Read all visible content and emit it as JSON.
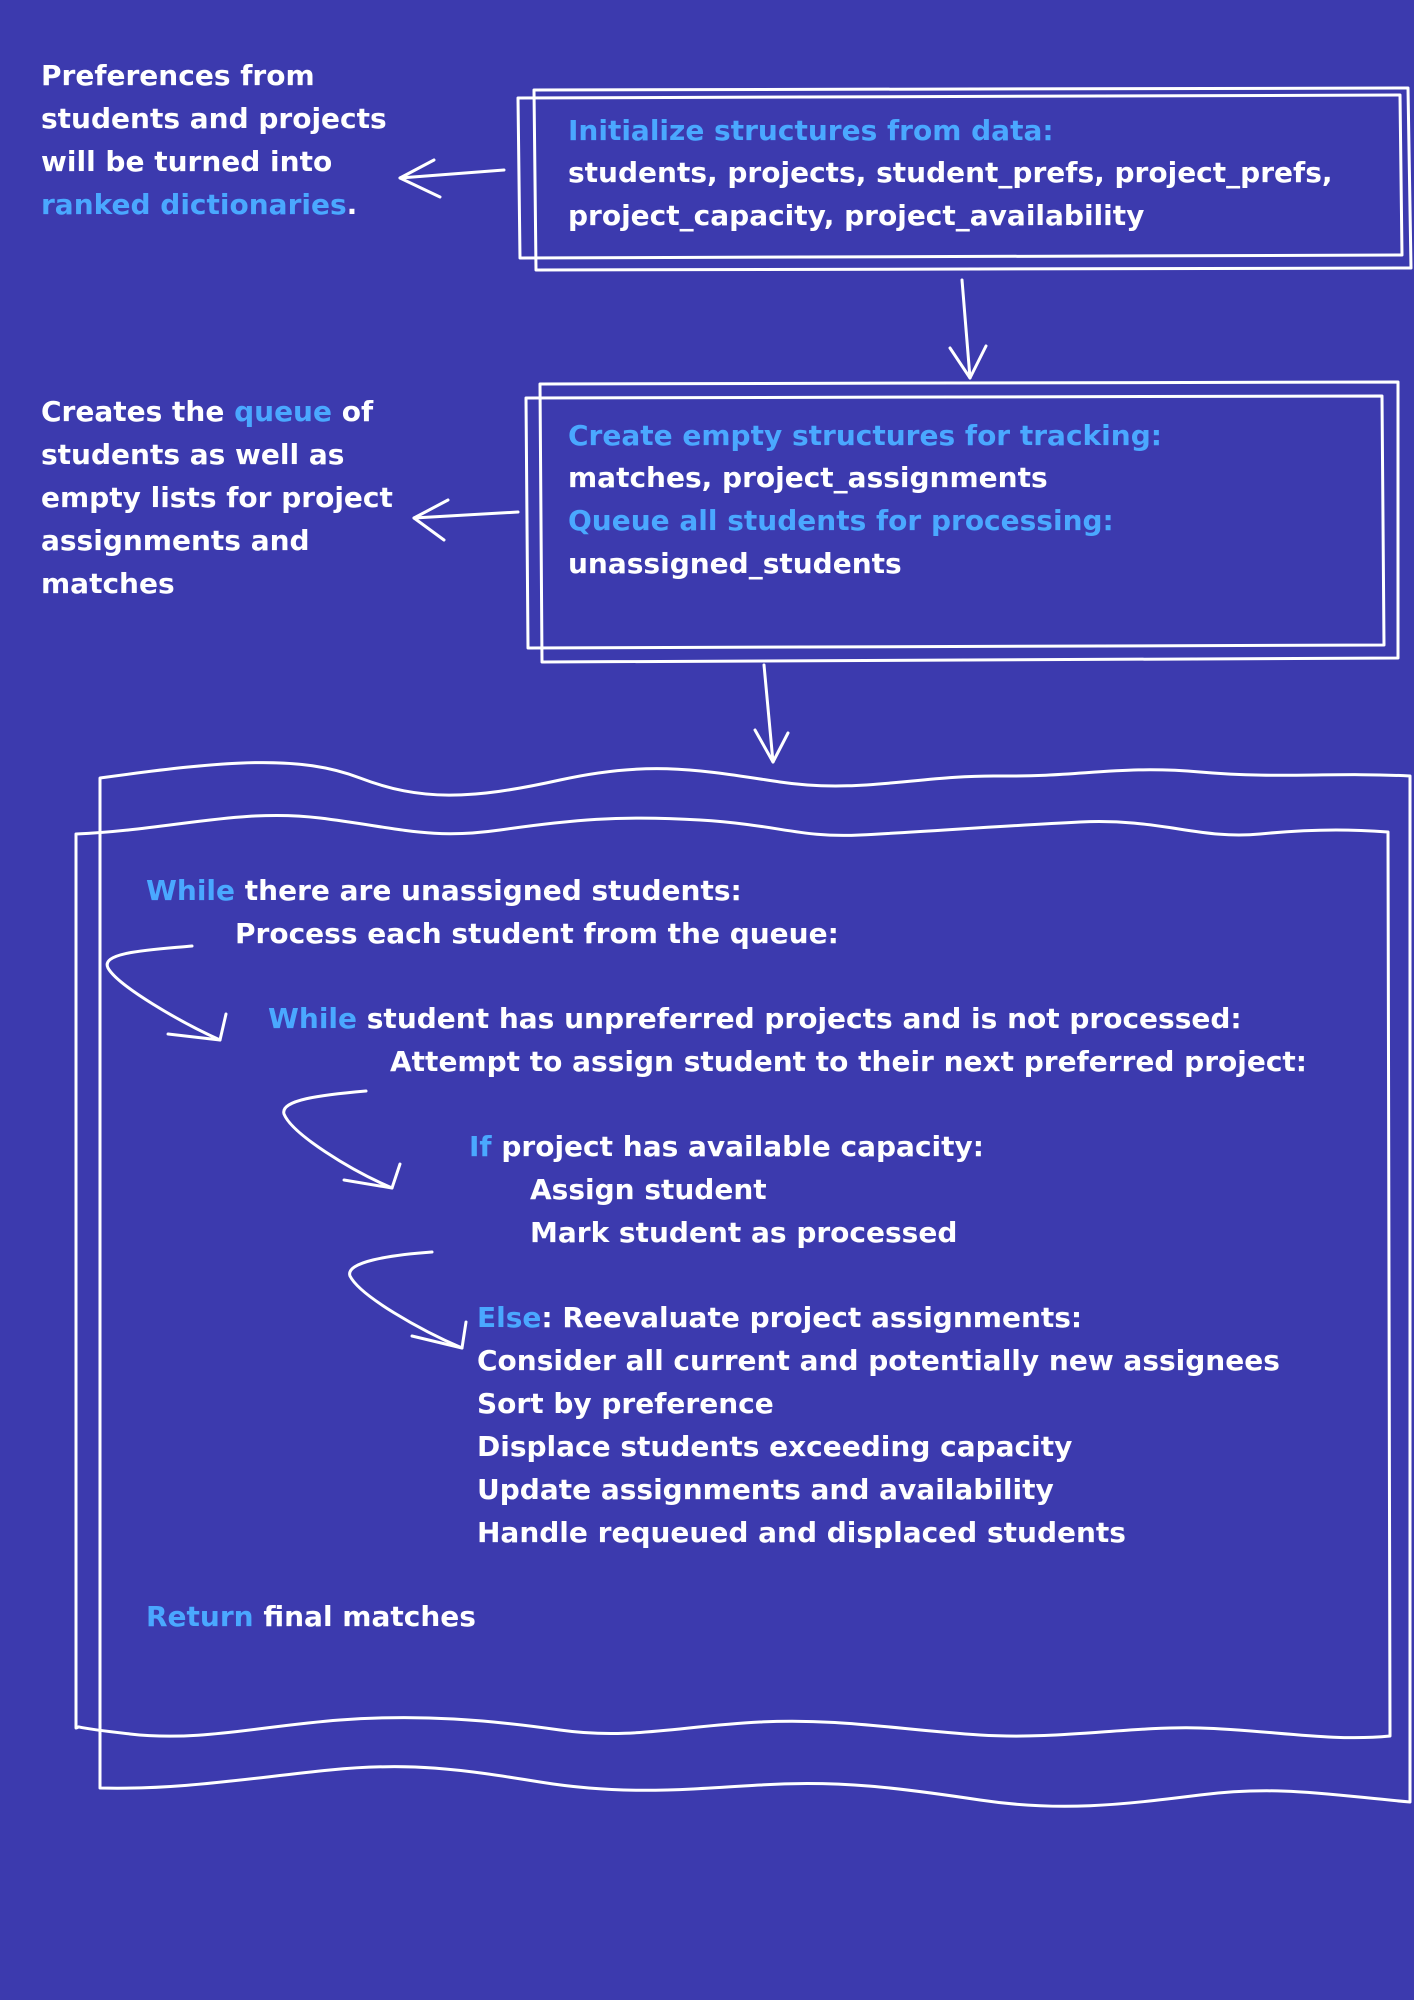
{
  "colors": {
    "background": "#3c3aae",
    "text": "#ffffff",
    "highlight": "#4aa8ff",
    "stroke": "#ffffff"
  },
  "notes": {
    "prefs": {
      "line1": "Preferences from",
      "line2": "students and projects",
      "line3": "will be turned into",
      "highlight": "ranked dictionaries",
      "tail": "."
    },
    "queue": {
      "pre": "Creates the ",
      "highlight": "queue",
      "post": " of",
      "line2": "students as well as",
      "line3": "empty lists for project",
      "line4": "assignments and",
      "line5": "matches"
    }
  },
  "box1": {
    "heading": "Initialize structures from data:",
    "line1": "students, projects, student_prefs, project_prefs,",
    "line2": "project_capacity, project_availability"
  },
  "box2": {
    "heading1": "Create empty structures for tracking:",
    "line1": "matches, project_assignments",
    "heading2": "Queue all students for processing:",
    "line2": "unassigned_students"
  },
  "loop": {
    "while1_kw": "While",
    "while1_text": " there are unassigned students:",
    "process": "Process each student from the queue:",
    "while2_kw": "While",
    "while2_text": " student has unpreferred projects and is not processed:",
    "attempt": "Attempt to assign student to their next preferred project:",
    "if_kw": "If",
    "if_text": " project has available capacity:",
    "assign": "Assign student",
    "mark": "Mark student as processed",
    "else_kw": "Else",
    "else_text": ": Reevaluate project assignments:",
    "consider": "Consider all current and potentially new  assignees",
    "sort": "Sort by preference",
    "displace": "Displace students exceeding capacity",
    "update": "Update assignments and availability",
    "handle": "Handle requeued and displaced students",
    "return_kw": "Return",
    "return_text": " final matches"
  }
}
